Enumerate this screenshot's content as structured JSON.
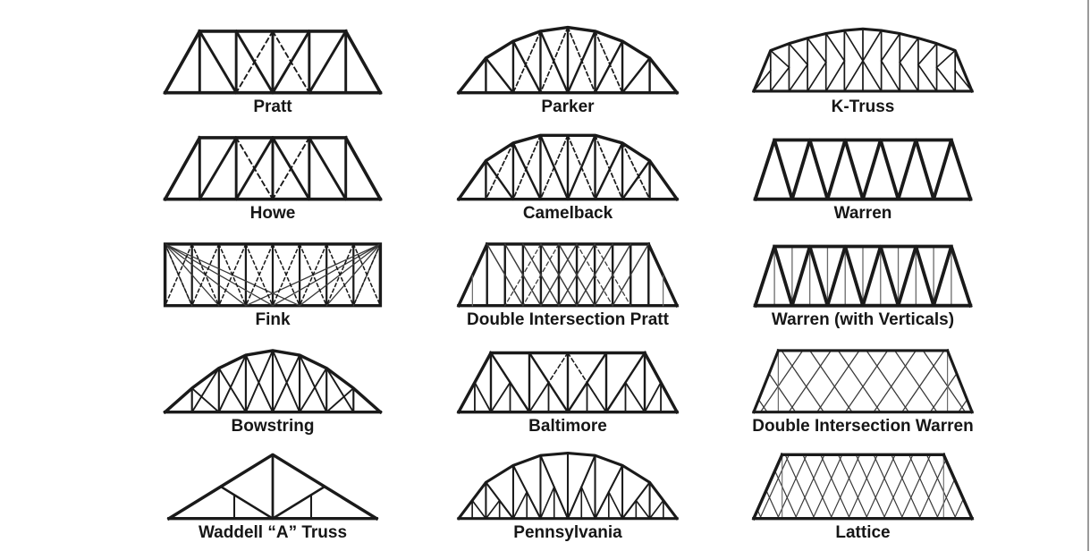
{
  "page": {
    "background_color": "#ffffff",
    "edge_line_color": "#9a9a9a"
  },
  "diagram": {
    "line_color": "#1a1a1a",
    "dashed_member_style": "dashed counters",
    "trusses": [
      {
        "label": "Pratt"
      },
      {
        "label": "Parker"
      },
      {
        "label": "K-Truss"
      },
      {
        "label": "Howe"
      },
      {
        "label": "Camelback"
      },
      {
        "label": "Warren"
      },
      {
        "label": "Fink"
      },
      {
        "label": "Double Intersection Pratt"
      },
      {
        "label": "Warren (with Verticals)"
      },
      {
        "label": "Bowstring"
      },
      {
        "label": "Baltimore"
      },
      {
        "label": "Double Intersection Warren"
      },
      {
        "label": "Waddell “A” Truss"
      },
      {
        "label": "Pennsylvania"
      },
      {
        "label": "Lattice"
      }
    ]
  }
}
